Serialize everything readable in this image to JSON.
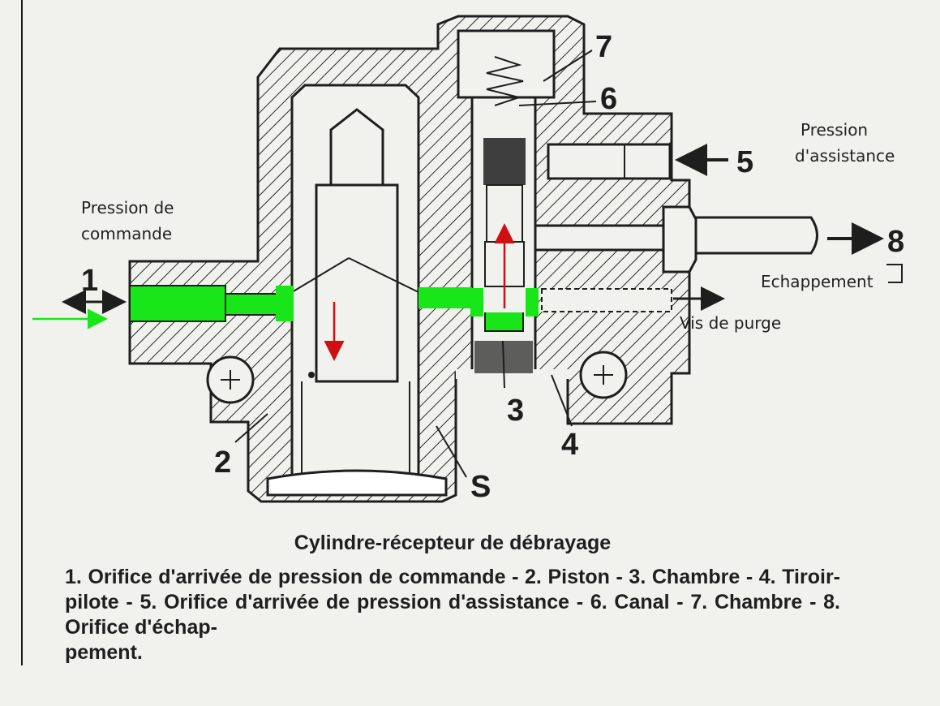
{
  "labels": {
    "n1": "1",
    "n2": "2",
    "n3": "3",
    "n4": "4",
    "n5": "5",
    "n6": "6",
    "n7": "7",
    "n8": "8",
    "nS": "S",
    "pression_commande_l1": "Pression de",
    "pression_commande_l2": "commande",
    "pression_assistance_l1": "Pression",
    "pression_assistance_l2": "d'assistance",
    "echappement": "Echappement",
    "vis_de_purge": "Vis de purge"
  },
  "caption": {
    "title": "Cylindre-récepteur de débrayage",
    "text": "1. Orifice d'arrivée de pression de commande - 2. Piston - 3. Chambre - 4. Tiroir-pilote - 5. Orifice d'arrivée de pression d'assistance - 6. Canal - 7. Chambre - 8. Orifice d'échap-",
    "text_last": "pement."
  },
  "colors": {
    "ink": "#1e1e1e",
    "hatch": "#2a2a2a",
    "fluid_highlight": "#19e619",
    "motion_arrow": "#d01010",
    "paper": "#f1f1ee"
  }
}
